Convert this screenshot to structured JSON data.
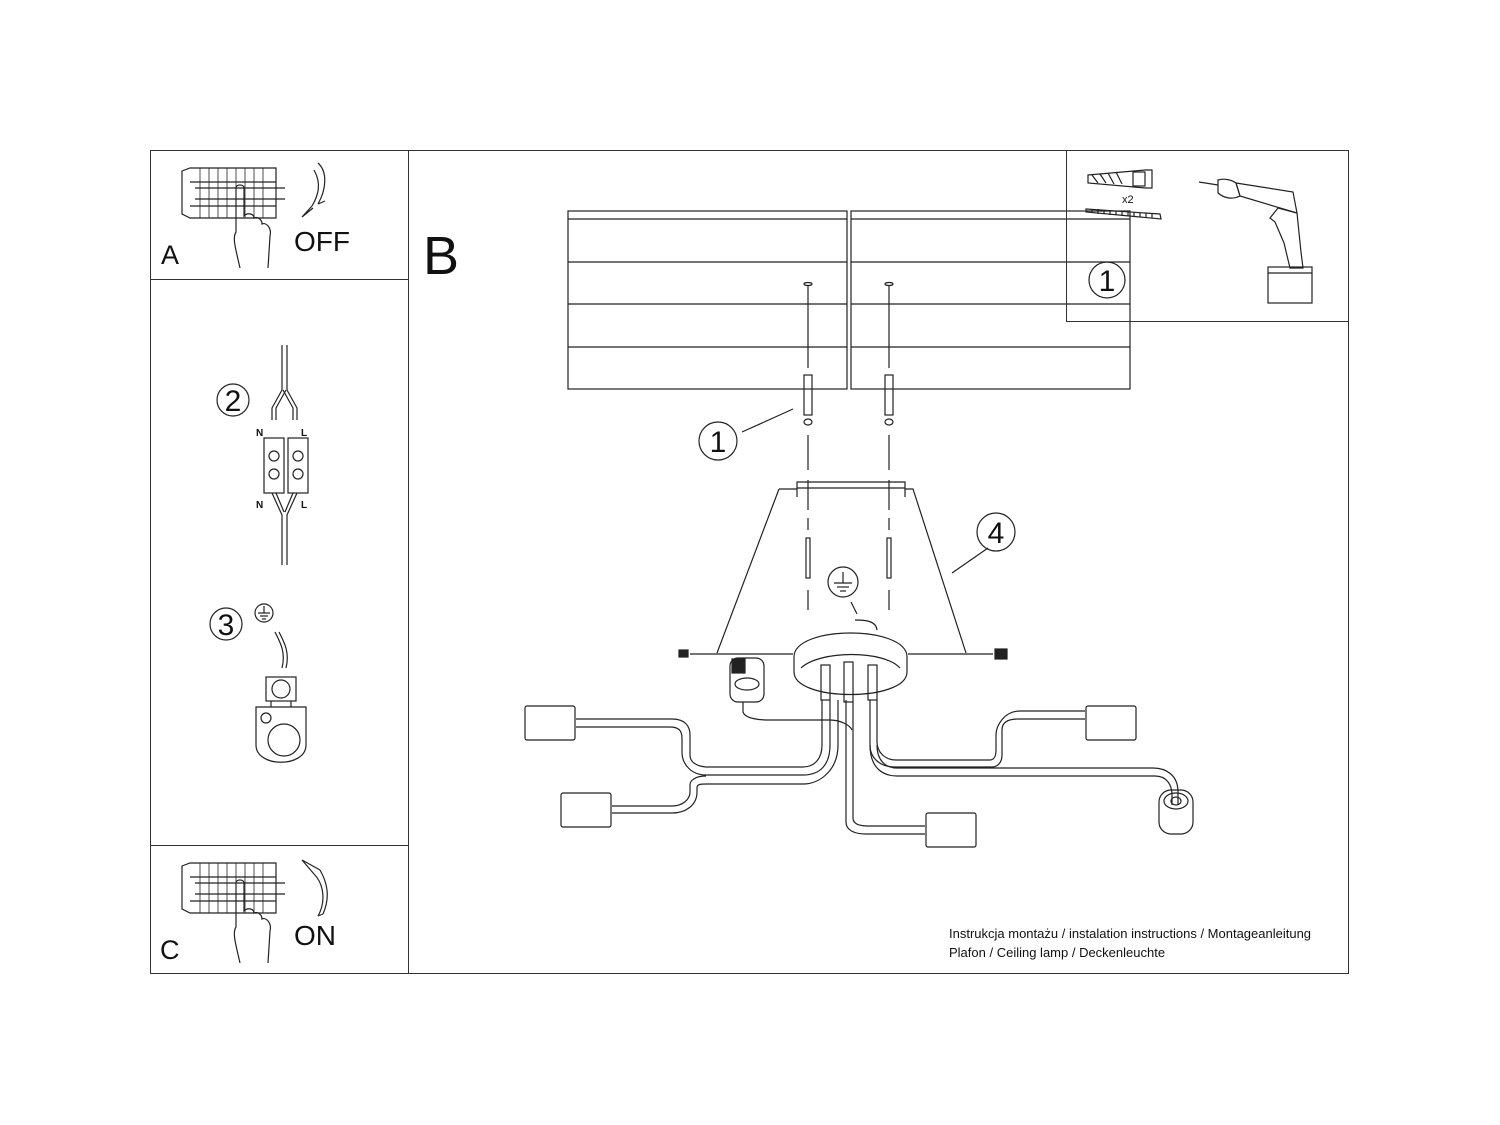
{
  "panels": {
    "a": {
      "letter": "A",
      "action": "OFF"
    },
    "b": {
      "letter": "B"
    },
    "c": {
      "letter": "C",
      "action": "ON"
    }
  },
  "steps": {
    "step1_tools": {
      "number": "1",
      "quantity": "x2"
    },
    "step1_mount": {
      "number": "1"
    },
    "step2_wiring": {
      "number": "2",
      "terminals_top": [
        "N",
        "L"
      ],
      "terminals_bottom": [
        "N",
        "L"
      ]
    },
    "step3_ground": {
      "number": "3"
    },
    "step4_canopy": {
      "number": "4"
    }
  },
  "icons": {
    "breaker": "circuit-breaker-icon",
    "hand": "hand-icon",
    "arrow_down": "curved-arrow-down-icon",
    "arrow_up": "curved-arrow-up-icon",
    "drill": "drill-icon",
    "dowel": "wall-plug-icon",
    "screw": "screw-icon",
    "ground": "ground-symbol-icon"
  },
  "caption": {
    "line1": "Instrukcja montażu / instalation instructions / Montageanleitung",
    "line2": "Plafon / Ceiling lamp / Deckenleuchte"
  }
}
